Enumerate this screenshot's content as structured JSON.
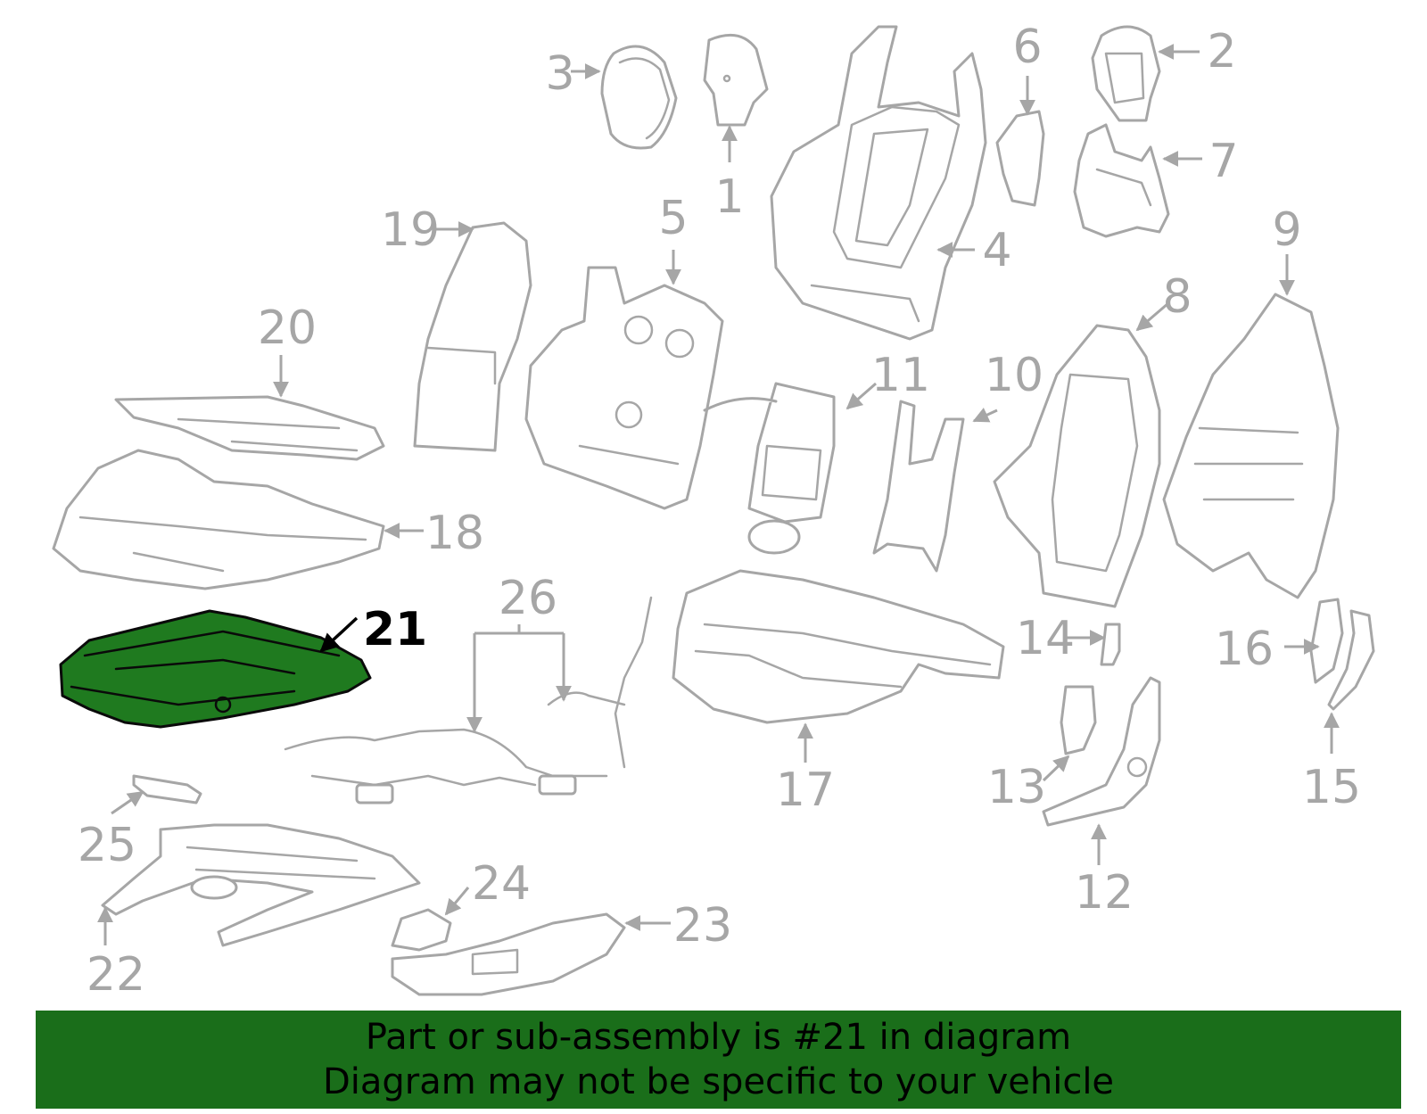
{
  "diagram": {
    "highlight_color": "#1a6e1a",
    "line_color": "#a6a6a6",
    "highlighted_part": "21",
    "callouts": [
      "1",
      "2",
      "3",
      "4",
      "5",
      "6",
      "7",
      "8",
      "9",
      "10",
      "11",
      "12",
      "13",
      "14",
      "15",
      "16",
      "17",
      "18",
      "19",
      "20",
      "21",
      "22",
      "23",
      "24",
      "25",
      "26"
    ]
  },
  "banner": {
    "line1": "Part or sub-assembly is #21 in diagram",
    "line2": "Diagram may not be specific to your vehicle"
  }
}
